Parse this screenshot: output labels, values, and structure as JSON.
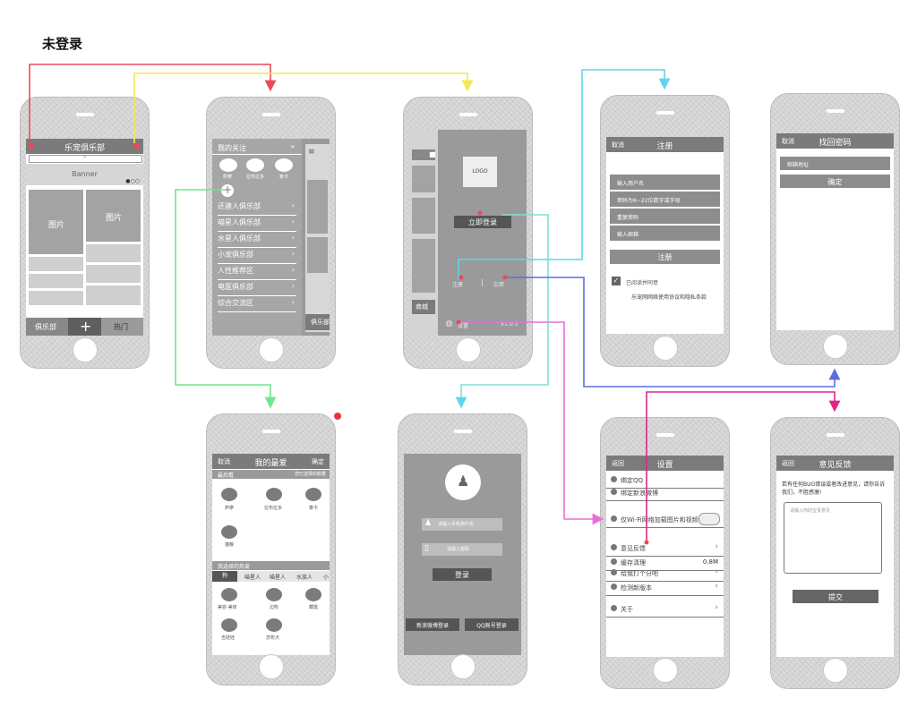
{
  "title": "未登录",
  "home": {
    "nav_title": "乐宠俱乐部",
    "banner": "Banner",
    "photo1": "图片",
    "photo2": "图片",
    "tab_club": "俱乐部",
    "tab_add": "+",
    "tab_hot": "热门"
  },
  "menu": {
    "header": "我的关注",
    "circles": [
      "萨摩",
      "拉布拉多",
      "泰卡"
    ],
    "items": [
      "还建人俱乐部",
      "喵星人俱乐部",
      "水星人俱乐部",
      "小宠俱乐部",
      "人性推荐区",
      "电医俱乐部",
      "综合交流区"
    ],
    "club_tab": "俱乐部"
  },
  "drawer": {
    "logo": "LOGO",
    "login_button": "立即登录",
    "register": "注册",
    "forgot": "忘密",
    "shop": "商城",
    "settings": "设置",
    "version": "V1.0.3"
  },
  "register": {
    "nav_left": "取消",
    "nav_title": "注册",
    "fields": [
      "输入用户名",
      "密码为6~22位数字或字母",
      "重复密码",
      "输入邮箱"
    ],
    "submit": "注册",
    "agree": "已阅读并同意",
    "terms": "乐宠网网络使用协议和隐私条款"
  },
  "forgot": {
    "nav_left": "取消",
    "nav_title": "找回密码",
    "email_placeholder": "邮箱地址",
    "confirm": "确定"
  },
  "favorite": {
    "nav_left": "取消",
    "nav_title": "我的最爱",
    "nav_right": "确定",
    "section_a": "最后看",
    "section_a_right": "您已选择的数量",
    "circles_a": [
      "萨摩",
      "拉布拉多",
      "泰卡",
      "猫粮"
    ],
    "section_b": "我选择的热爱",
    "tabs": [
      "狗",
      "喵星人",
      "喵星人",
      "水族人",
      "小"
    ],
    "circles_b": [
      "美容·美体",
      "边牧",
      "藏獒",
      "吉娃娃",
      "苏牧犬"
    ]
  },
  "login": {
    "user_placeholder": "请输入手机用户名",
    "pass_placeholder": "请输入密码",
    "login_button": "登录",
    "weibo": "新浪微博登录",
    "qq": "QQ账号登录"
  },
  "settings": {
    "nav_left": "返回",
    "nav_title": "设置",
    "items": [
      "绑定QQ",
      "绑定新浪微博",
      "仅Wi-Fi网络加载图片和视频",
      "意见反馈",
      "缓存清理",
      "给我打个分吧",
      "检测新版本",
      "关于"
    ],
    "cache_size": "0.8M"
  },
  "feedback": {
    "nav_left": "返回",
    "nav_title": "意见反馈",
    "intro": "若有任何BUG错误或者改进意见，请你告诉我们，不胜感激!",
    "placeholder": "请输入你的宝贵意见",
    "submit": "提交"
  },
  "colors": {
    "red": "#e84b5a",
    "yellow": "#f4e84c",
    "cyan": "#5fd4f0",
    "green": "#6ee68a",
    "blue": "#5a6ee0",
    "magenta": "#e0248c",
    "pink": "#e86ed8",
    "teal": "#7fe0d4"
  }
}
